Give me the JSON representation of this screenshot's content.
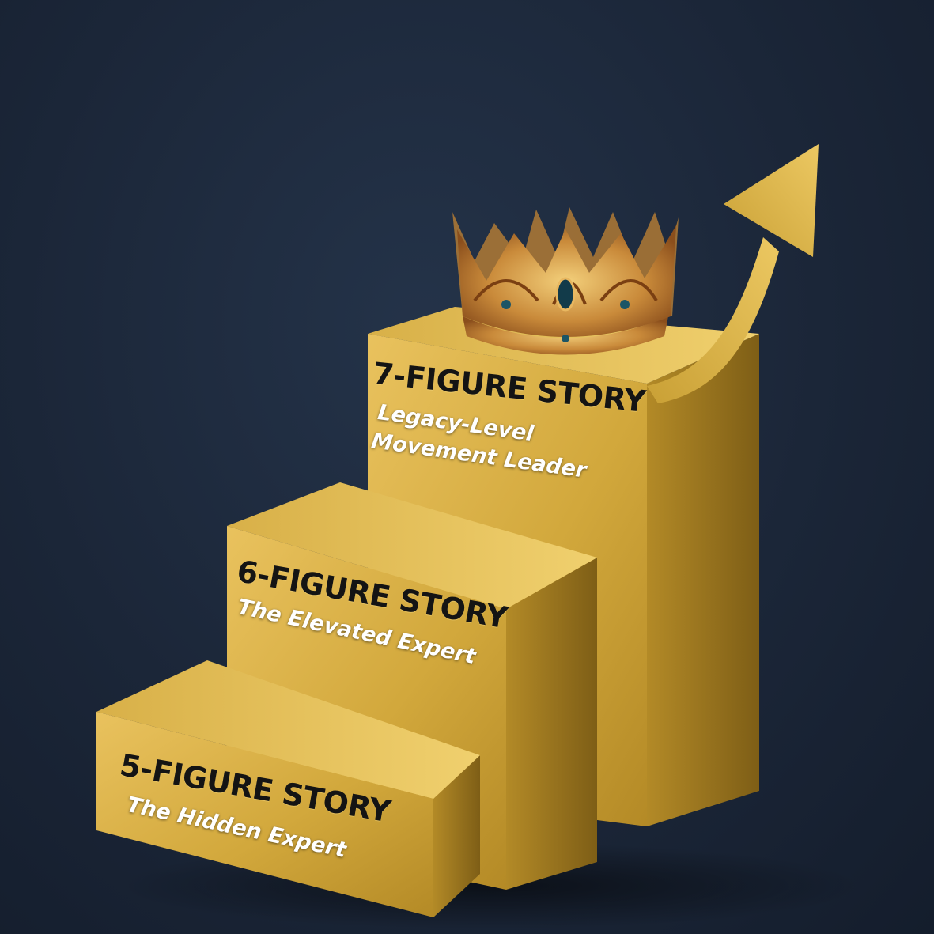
{
  "steps": [
    {
      "title": "5-FIGURE STORY",
      "subtitle": [
        "The Hidden Expert"
      ]
    },
    {
      "title": "6-FIGURE STORY",
      "subtitle": [
        "The Elevated Expert"
      ]
    },
    {
      "title": "7-FIGURE STORY",
      "subtitle": [
        "Legacy-Level",
        "Movement Leader"
      ]
    }
  ],
  "colors": {
    "background": "#1b2638",
    "gold_light": "#e6c05a",
    "gold_mid": "#c9a032",
    "gold_dark": "#8f6d1d",
    "title_text": "#141414",
    "subtitle_text": "#ffffff"
  },
  "icons": [
    "crown-icon",
    "growth-arrow-icon"
  ]
}
